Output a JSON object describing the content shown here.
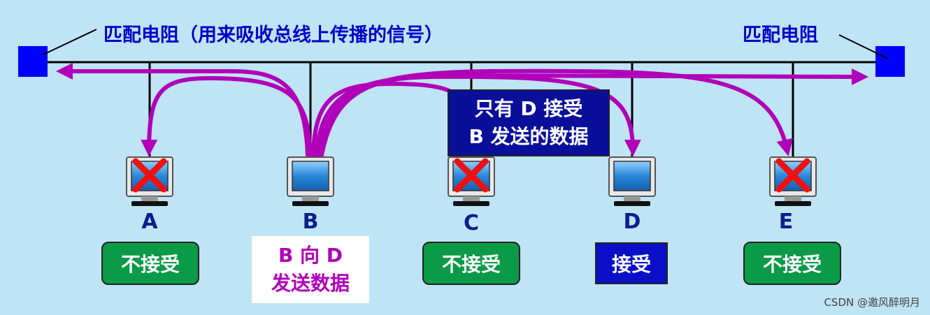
{
  "labels": {
    "terminator_left": "匹配电阻（用来吸收总线上传播的信号）",
    "terminator_right": "匹配电阻"
  },
  "stations": [
    {
      "letter": "A",
      "status": "不接受",
      "rejected": true
    },
    {
      "letter": "B",
      "status": "",
      "rejected": false
    },
    {
      "letter": "C",
      "status": "不接受",
      "rejected": true
    },
    {
      "letter": "D",
      "status": "接受",
      "rejected": false
    },
    {
      "letter": "E",
      "status": "不接受",
      "rejected": true
    }
  ],
  "sender_note": {
    "line1": "B 向 D",
    "line2": "发送数据"
  },
  "receiver_note": {
    "line1": "只有 D 接受",
    "line2": "B 发送的数据"
  },
  "watermark": "CSDN @邀风醉明月",
  "colors": {
    "background": "#bfe4f5",
    "bus": "#000000",
    "terminator": "#0000ff",
    "signal": "#b000b8",
    "reject": "#ee1111",
    "accept_badge": "#0b10c8",
    "reject_badge": "#0a9a48"
  }
}
